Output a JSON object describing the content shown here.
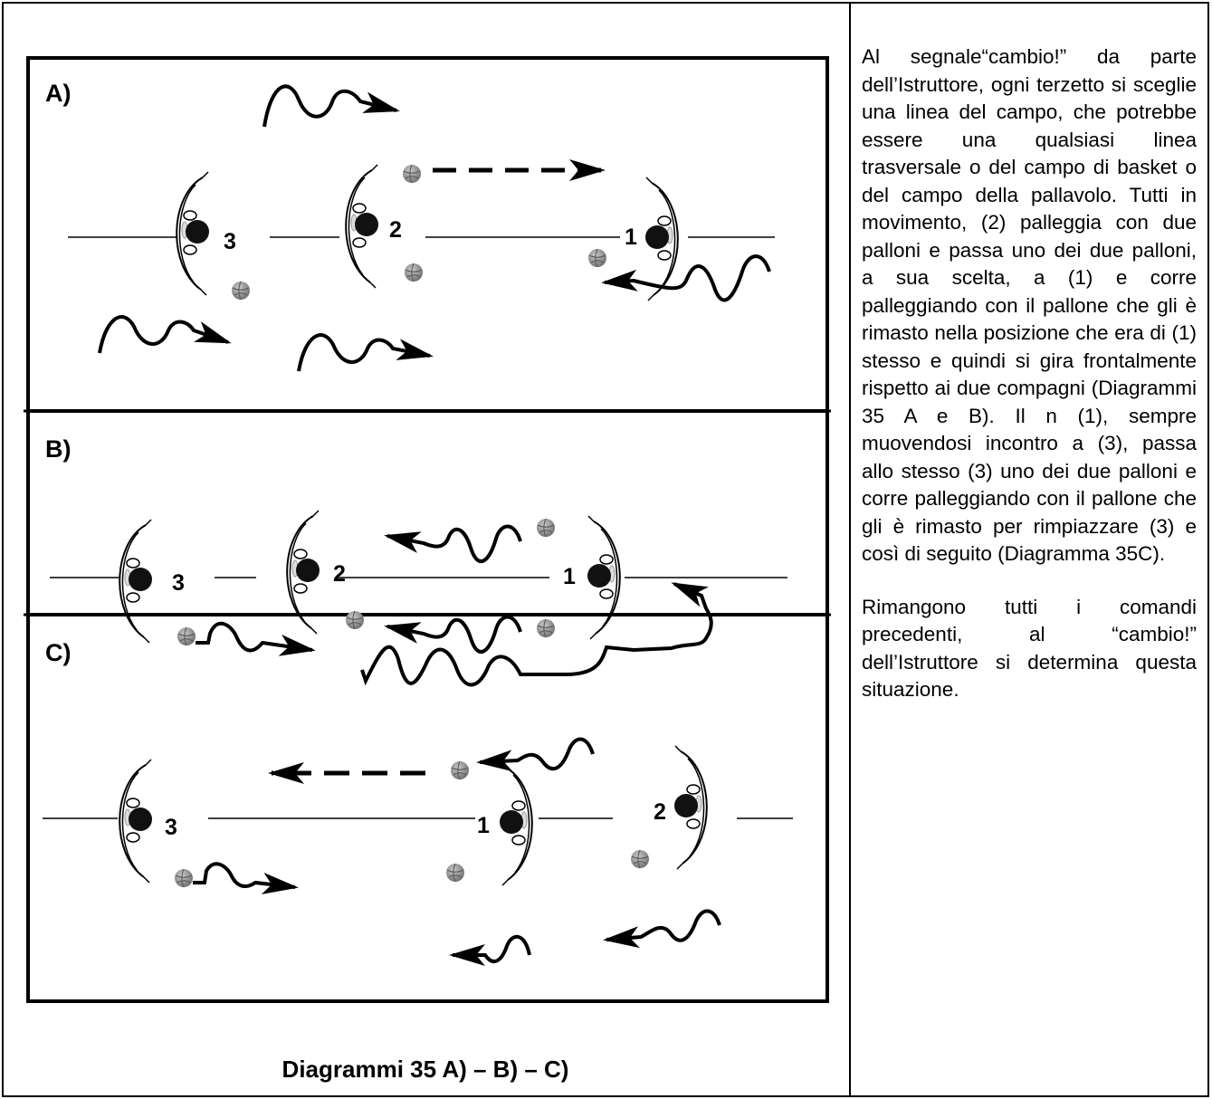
{
  "panels": [
    {
      "label": "A)"
    },
    {
      "label": "B)"
    },
    {
      "label": "C)"
    }
  ],
  "players": {
    "a": [
      "3",
      "2",
      "1"
    ],
    "b": [
      "3",
      "2",
      "1"
    ],
    "c": [
      "3",
      "1",
      "2"
    ]
  },
  "caption": "Diagrammi 35 A) – B) – C)",
  "description": [
    "Al segnale“cambio!” da parte dell’Istruttore, ogni terzetto si sceglie una linea del campo, che potrebbe essere una qualsiasi linea trasversale o del campo di basket o del campo della pallavolo. Tutti in movimento, (2) palleggia con due palloni e passa uno dei due palloni, a sua scelta, a (1) e corre palleggiando con il pallone che gli è rimasto nella posizione che era di (1) stesso e quindi si gira frontalmente rispetto ai due compagni (Diagrammi 35 A e B). Il n (1), sempre muovendosi incontro a (3), passa allo stesso (3) uno dei due palloni e corre palleggiando con il pallone che gli è rimasto per rimpiazzare (3) e così di seguito (Diagramma 35C).",
    "Rimangono tutti i comandi precedenti, al “cambio!” dell’Istruttore si determina questa situazione."
  ]
}
